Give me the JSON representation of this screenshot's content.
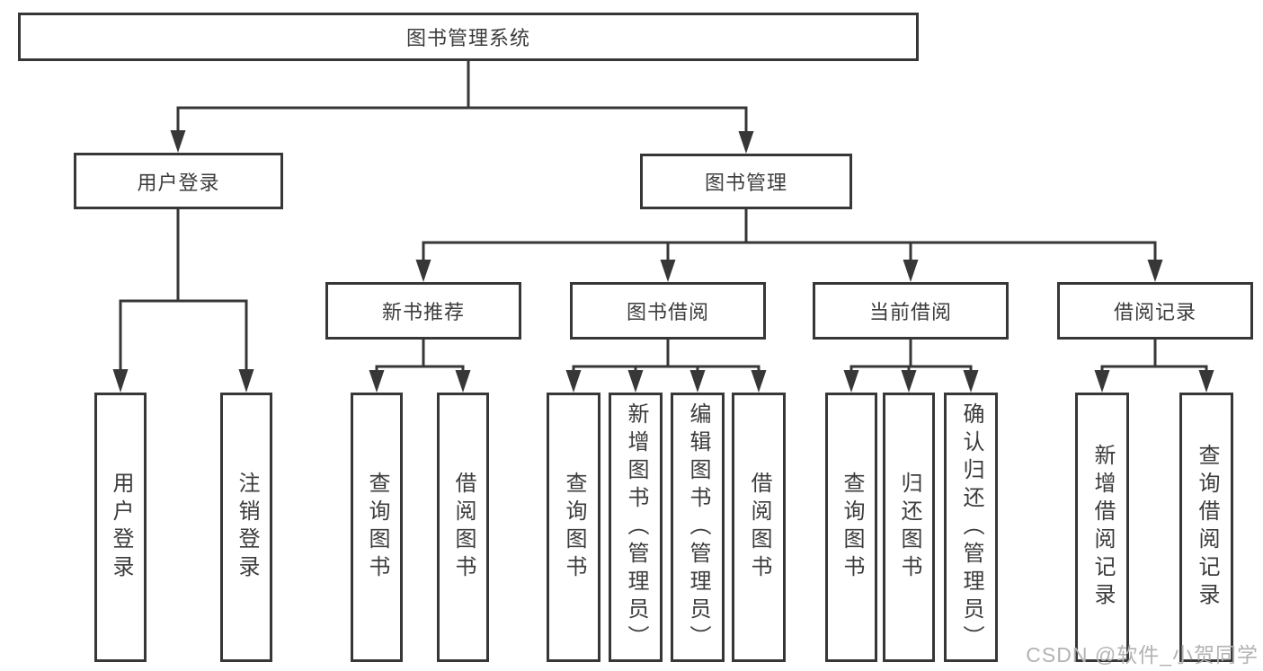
{
  "watermark": {
    "text": "CSDN @软件_小贺同学"
  },
  "colors": {
    "line": "#373737",
    "box_border": "#373737",
    "text": "#3c3c3c",
    "watermark": "#b3b3b3",
    "background": "#ffffff"
  },
  "tree": {
    "root": {
      "label": "图书管理系统",
      "children": [
        {
          "label": "用户登录",
          "children": [
            {
              "label": "用户登录"
            },
            {
              "label": "注销登录"
            }
          ]
        },
        {
          "label": "图书管理",
          "children": [
            {
              "label": "新书推荐",
              "children": [
                {
                  "label": "查询图书"
                },
                {
                  "label": "借阅图书"
                }
              ]
            },
            {
              "label": "图书借阅",
              "children": [
                {
                  "label": "查询图书"
                },
                {
                  "label": "新增图书（管理员）"
                },
                {
                  "label": "编辑图书（管理员）"
                },
                {
                  "label": "借阅图书"
                }
              ]
            },
            {
              "label": "当前借阅",
              "children": [
                {
                  "label": "查询图书"
                },
                {
                  "label": "归还图书"
                },
                {
                  "label": "确认归还（管理员）"
                }
              ]
            },
            {
              "label": "借阅记录",
              "children": [
                {
                  "label": "新增借阅记录"
                },
                {
                  "label": "查询借阅记录"
                }
              ]
            }
          ]
        }
      ]
    }
  }
}
